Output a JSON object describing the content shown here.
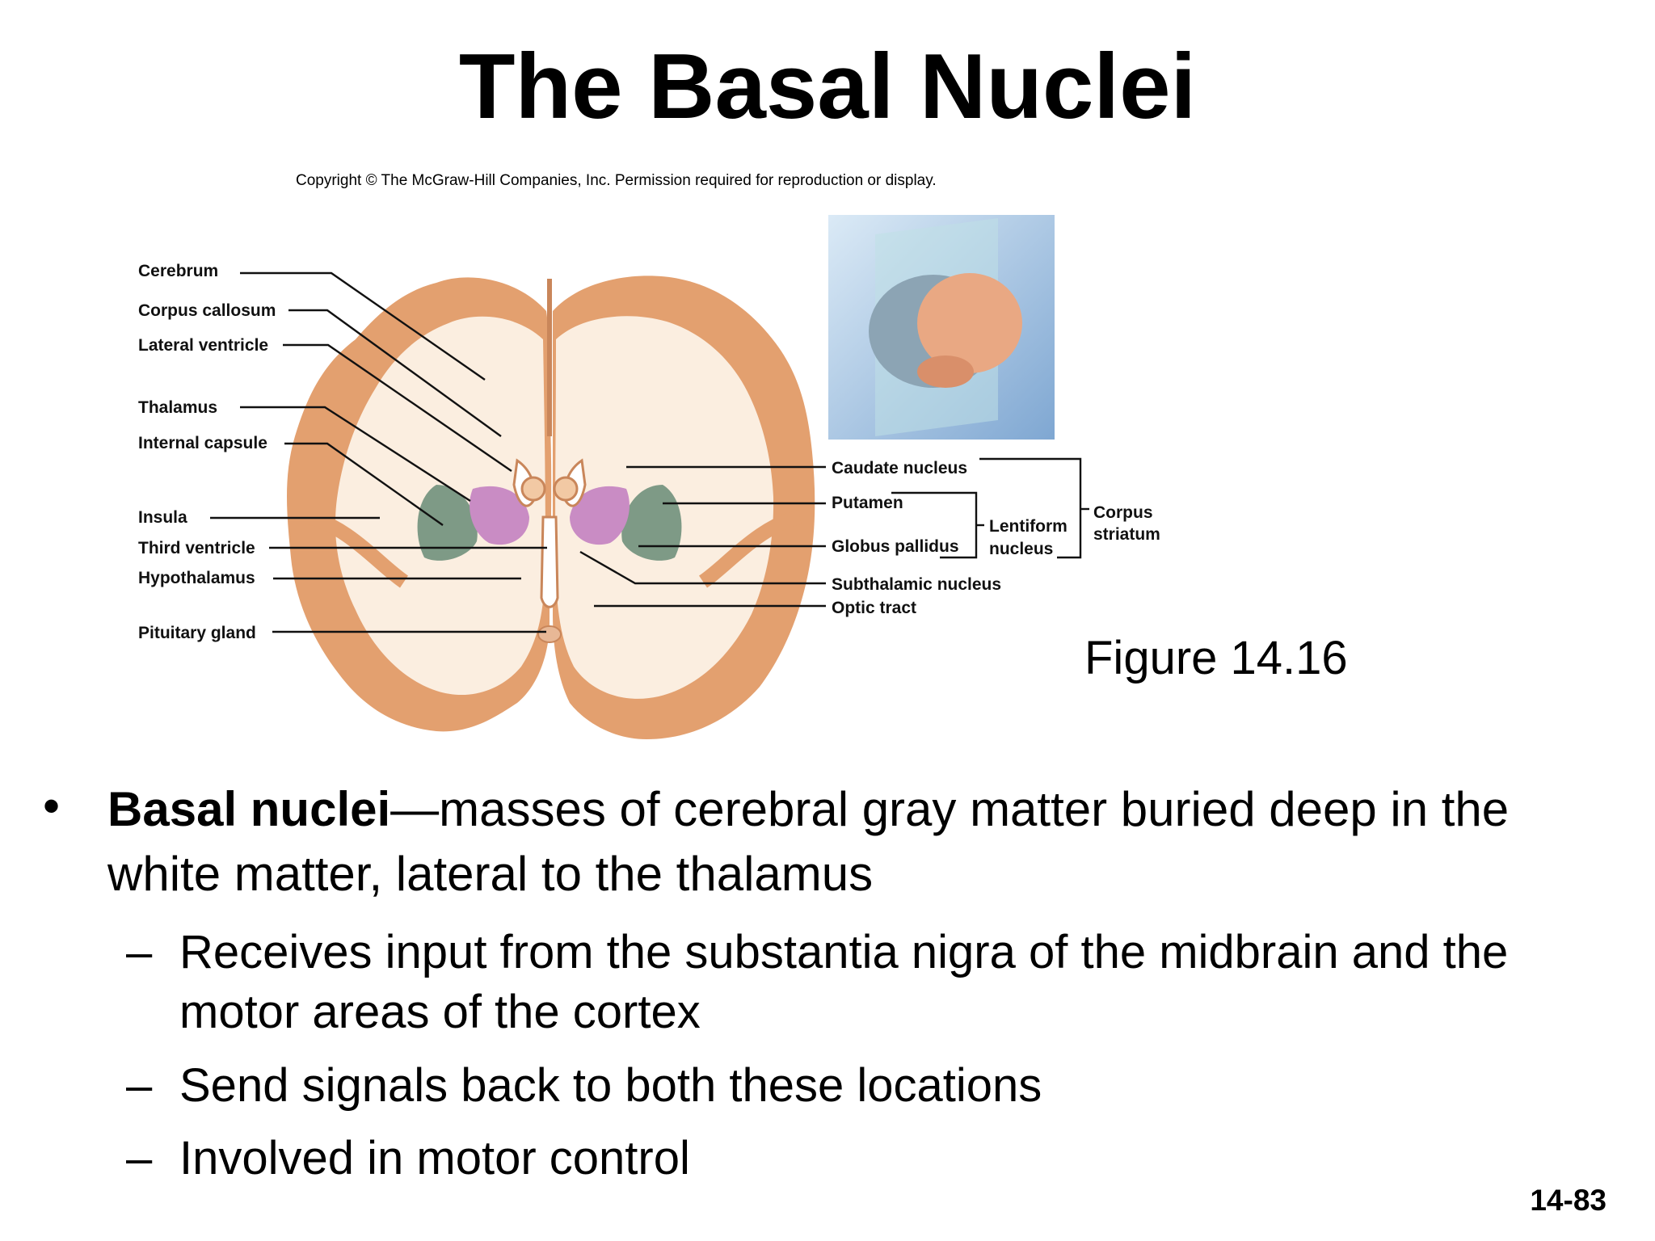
{
  "slide": {
    "title": "The Basal Nuclei",
    "copyright": "Copyright © The McGraw-Hill Companies, Inc. Permission required for reproduction or display.",
    "figure_ref": "Figure 14.16",
    "page_number": "14-83"
  },
  "figure": {
    "left_labels": {
      "cerebrum": "Cerebrum",
      "corpus_callosum": "Corpus callosum",
      "lateral_ventricle": "Lateral ventricle",
      "thalamus": "Thalamus",
      "internal_capsule": "Internal capsule",
      "insula": "Insula",
      "third_ventricle": "Third ventricle",
      "hypothalamus": "Hypothalamus",
      "pituitary_gland": "Pituitary gland"
    },
    "right_labels": {
      "caudate_nucleus": "Caudate nucleus",
      "putamen": "Putamen",
      "globus_pallidus": "Globus pallidus",
      "subthalamic_nucleus": "Subthalamic nucleus",
      "optic_tract": "Optic tract"
    },
    "group_labels": {
      "lentiform_1": "Lentiform",
      "lentiform_2": "nucleus",
      "corpus_1": "Corpus",
      "corpus_2": "striatum"
    },
    "colors": {
      "cortex": "#e3a06f",
      "white_matter": "#fbeee0",
      "putamen": "#7e9a86",
      "globus_pallidus": "#c98cc4",
      "inset_bg": "#a9c9e6"
    }
  },
  "bullets": {
    "main_bold": "Basal nuclei",
    "main_text": "—masses of cerebral gray matter buried deep in the white matter, lateral to the thalamus",
    "subs": [
      "Receives input from the substantia nigra of the midbrain and the motor areas of the cortex",
      "Send signals back to both these locations",
      "Involved in motor control"
    ]
  }
}
